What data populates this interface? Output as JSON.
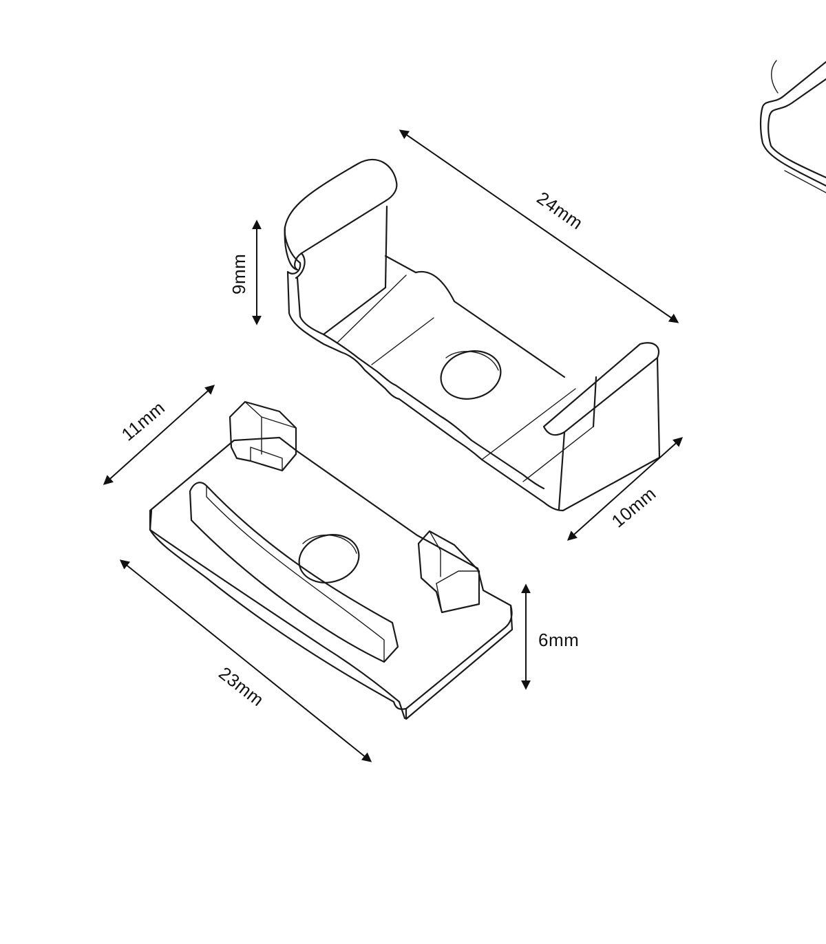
{
  "dimensions": {
    "clip_length": "24mm",
    "clip_height": "9mm",
    "clip_width": "10mm",
    "cap_width": "11mm",
    "cap_length": "23mm",
    "cap_height": "6mm"
  },
  "colors": {
    "line": "#1a1a1a",
    "background": "#ffffff"
  }
}
